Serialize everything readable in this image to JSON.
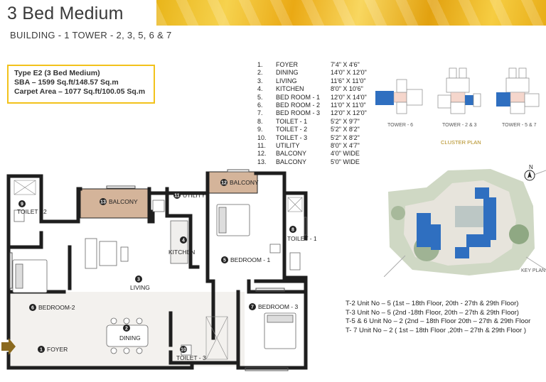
{
  "header": {
    "title": "3 Bed Medium",
    "subtitle": "BUILDING - 1 TOWER - 2, 3, 5, 6 & 7"
  },
  "type_box": {
    "line1": "Type E2 (3 Bed Medium)",
    "line2": "SBA – 1599 Sq.ft/148.57 Sq.m",
    "line3": "Carpet Area – 1077 Sq.ft/100.05 Sq.m"
  },
  "room_schedule": [
    {
      "no": "1.",
      "name": "FOYER",
      "size": "7'4\" X 4'6\""
    },
    {
      "no": "2.",
      "name": "DINING",
      "size": "14'0\" X 12'0\""
    },
    {
      "no": "3.",
      "name": "LIVING",
      "size": "11'6\" X 11'0\""
    },
    {
      "no": "4.",
      "name": "KITCHEN",
      "size": "8'0\" X 10'6\""
    },
    {
      "no": "5.",
      "name": "BED ROOM - 1",
      "size": "12'0\" X 14'0\""
    },
    {
      "no": "6.",
      "name": "BED ROOM - 2",
      "size": "11'0\" X 11'0\""
    },
    {
      "no": "7.",
      "name": "BED ROOM - 3",
      "size": "12'0\" X 12'0\""
    },
    {
      "no": "8.",
      "name": "TOILET - 1",
      "size": "5'2\" X 9'7\""
    },
    {
      "no": "9.",
      "name": "TOILET - 2",
      "size": "5'2\" X 8'2\""
    },
    {
      "no": "10.",
      "name": "TOILET - 3",
      "size": "5'2\" X 8'2\""
    },
    {
      "no": "11.",
      "name": "UTILITY",
      "size": "8'0\" X 4'7\""
    },
    {
      "no": "12.",
      "name": "BALCONY",
      "size": "4'0\" WIDE"
    },
    {
      "no": "13.",
      "name": "BALCONY",
      "size": "5'0\" WIDE"
    }
  ],
  "cluster_plan": {
    "towers": [
      "TOWER - 6",
      "TOWER - 2 & 3",
      "TOWER - 5 & 7"
    ],
    "caption": "CLUSTER PLAN"
  },
  "key_plan": {
    "north_label": "N",
    "caption": "KEY PLAN"
  },
  "floor_plan_labels": {
    "r1": {
      "num": "1",
      "name": "FOYER"
    },
    "r2": {
      "num": "2",
      "name": "DINING"
    },
    "r3": {
      "num": "3",
      "name": "LIVING"
    },
    "r4": {
      "num": "4",
      "name": "KITCHEN"
    },
    "r5": {
      "num": "5",
      "name": "BEDROOM - 1"
    },
    "r6": {
      "num": "6",
      "name": "BEDROOM-2"
    },
    "r7": {
      "num": "7",
      "name": "BEDROOM - 3"
    },
    "r8": {
      "num": "8",
      "name": "TOILET - 1"
    },
    "r9": {
      "num": "9",
      "name": "TOILET - 2"
    },
    "r10": {
      "num": "10",
      "name": "TOILET - 3"
    },
    "r11": {
      "num": "11",
      "name": "UTILITY"
    },
    "r12": {
      "num": "12",
      "name": "BALCONY"
    },
    "r13": {
      "num": "13",
      "name": "BALCONY"
    }
  },
  "unit_notes": [
    "T-2 Unit No – 5 (1st – 18th Floor, 20th - 27th & 29th Floor)",
    "T-3 Unit No – 5 (2nd -18th Floor, 20th – 27th & 29th Floor)",
    "T-5 & 6 Unit No – 2 (2nd – 18th Floor 20th – 27th & 29th Floor",
    "T- 7 Unit No – 2 ( 1st – 18th Floor ,20th – 27th & 29th Floor )"
  ],
  "colors": {
    "accent_gold": "#f2c21b",
    "highlight_unit": "#2f6fc0",
    "balcony_fill": "#d4b49a",
    "wall": "#1e1e1e"
  }
}
